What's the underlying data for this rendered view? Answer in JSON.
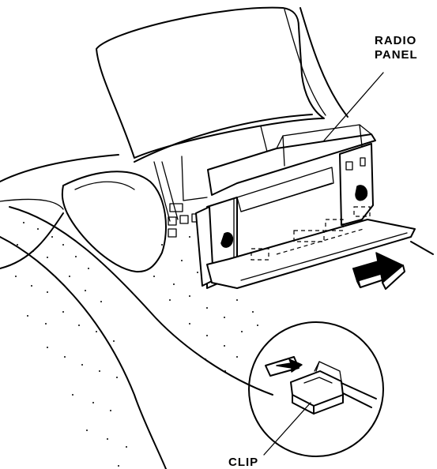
{
  "labels": {
    "radio_panel_line1": "RADIO",
    "radio_panel_line2": "PANEL",
    "clip": "CLIP"
  }
}
